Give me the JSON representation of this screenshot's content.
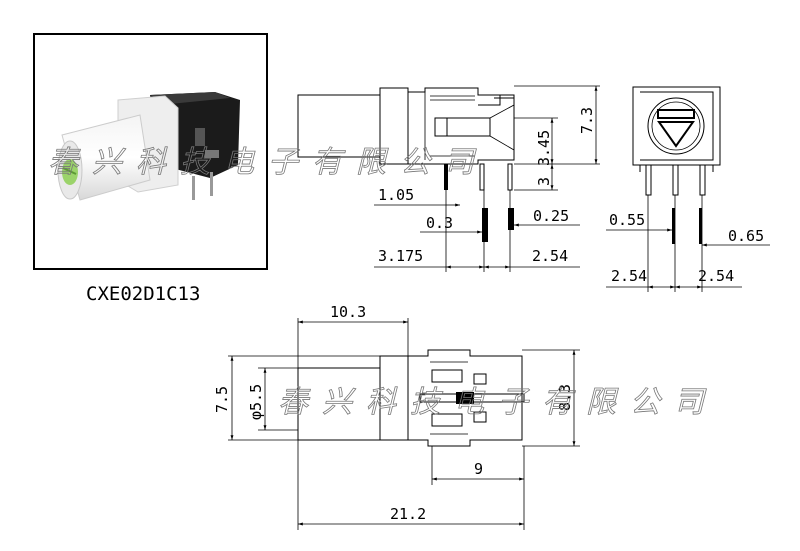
{
  "caption": "CXE02D1C13",
  "watermark": "春兴科技电子有限公司",
  "side_view": {
    "dims": {
      "d_1_05": "1.05",
      "d_0_3": "0.3",
      "d_0_25": "0.25",
      "d_3_175": "3.175",
      "d_2_54": "2.54",
      "d_3_45": "3.45",
      "d_3": "3",
      "d_7_3": "7.3"
    }
  },
  "front_view": {
    "dims": {
      "d_0_55": "0.55",
      "d_0_65": "0.65",
      "d_2_54_left": "2.54",
      "d_2_54_right": "2.54"
    }
  },
  "top_view": {
    "dims": {
      "d_10_3": "10.3",
      "d_7_5": "7.5",
      "d_phi_5_5": "φ5.5",
      "d_8_3": "8.3",
      "d_9": "9",
      "d_21_2": "21.2"
    }
  }
}
